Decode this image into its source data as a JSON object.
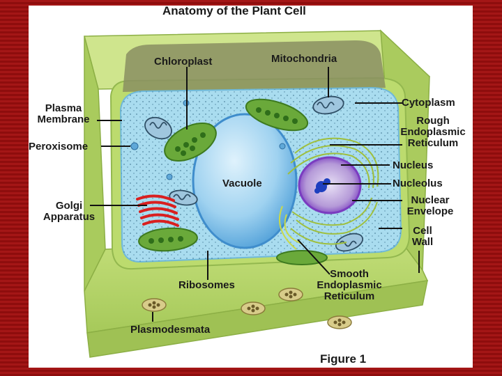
{
  "diagram": {
    "title": "Anatomy of the Plant Cell",
    "figure_caption": "Figure 1",
    "labels": {
      "chloroplast": "Chloroplast",
      "mitochondria": "Mitochondria",
      "plasma_membrane": "Plasma Membrane",
      "cytoplasm": "Cytoplasm",
      "peroxisome": "Peroxisome",
      "rough_er": "Rough Endoplasmic Reticulum",
      "vacuole": "Vacuole",
      "nucleus": "Nucleus",
      "nucleolus": "Nucleolus",
      "nuclear_envelope": "Nuclear Envelope",
      "golgi": "Golgi Apparatus",
      "cell_wall": "Cell Wall",
      "ribosomes": "Ribosomes",
      "smooth_er": "Smooth Endoplasmic Reticulum",
      "plasmodesmata": "Plasmodesmata"
    }
  },
  "colors": {
    "background": "#9b1212",
    "cell_wall": "#b9d86a",
    "cytoplasm": "#a9dcef",
    "vacuole": "#8fc9ee",
    "chloroplast": "#5f9e32",
    "golgi": "#d91f1f",
    "nucleus": "#8c4fd0"
  }
}
